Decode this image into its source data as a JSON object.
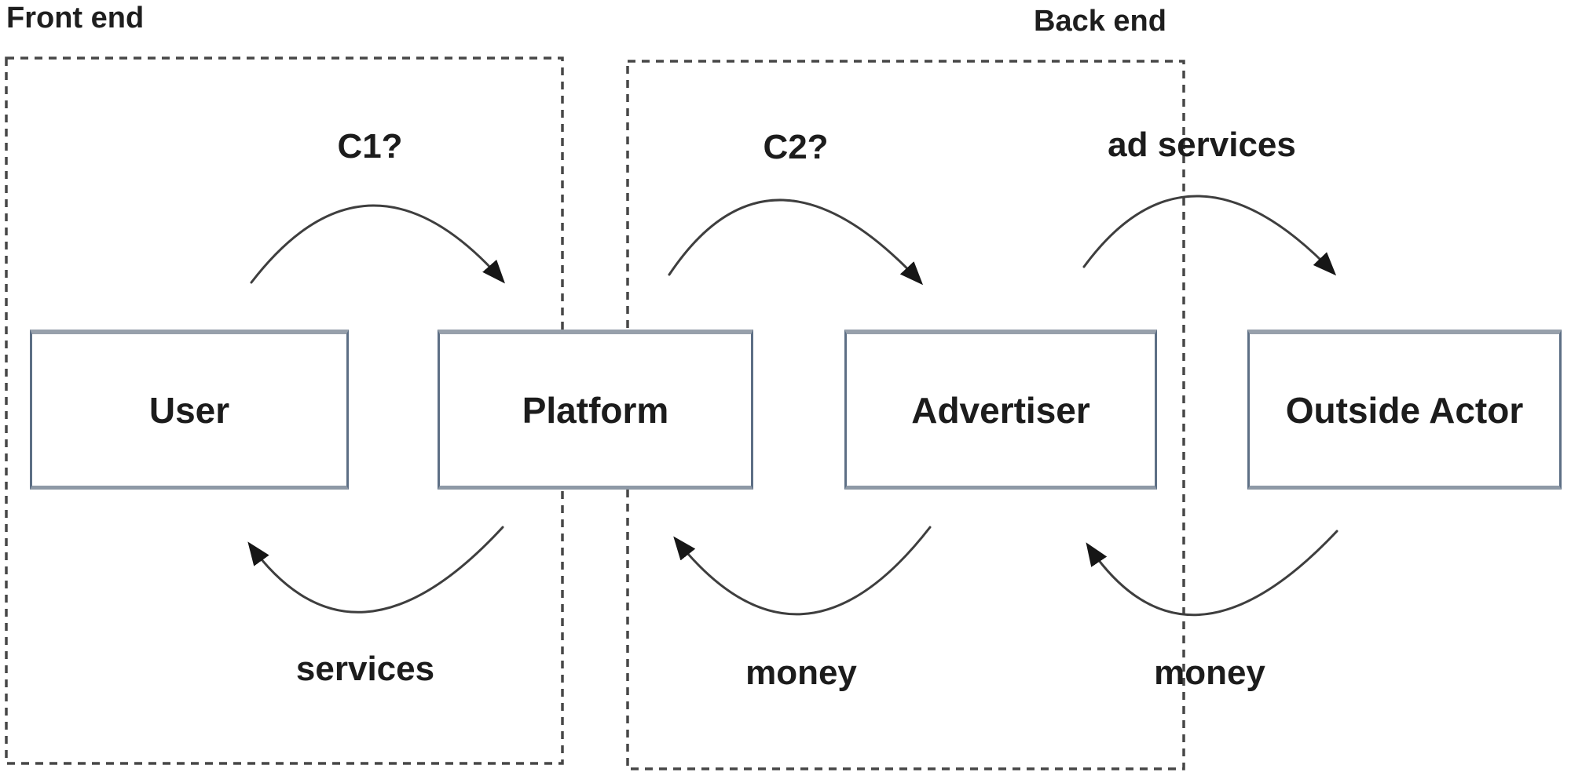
{
  "diagram": {
    "sections": [
      {
        "id": "front-end",
        "label": "Front end"
      },
      {
        "id": "back-end",
        "label": "Back end"
      }
    ],
    "nodes": [
      {
        "id": "user",
        "label": "User",
        "section": "front-end"
      },
      {
        "id": "platform",
        "label": "Platform",
        "section": "front-end / back-end boundary"
      },
      {
        "id": "advertiser",
        "label": "Advertiser",
        "section": "back-end"
      },
      {
        "id": "outside-actor",
        "label": "Outside Actor",
        "section": "outside back-end"
      }
    ],
    "flows": [
      {
        "id": "c1",
        "label": "C1?",
        "from": "User",
        "to": "Platform",
        "arc": "top"
      },
      {
        "id": "c2",
        "label": "C2?",
        "from": "Platform",
        "to": "Advertiser",
        "arc": "top"
      },
      {
        "id": "ad-services",
        "label": "ad services",
        "from": "Advertiser",
        "to": "Outside Actor",
        "arc": "top"
      },
      {
        "id": "services",
        "label": "services",
        "from": "Platform",
        "to": "User",
        "arc": "bottom"
      },
      {
        "id": "money-to-platform",
        "label": "money",
        "from": "Advertiser",
        "to": "Platform",
        "arc": "bottom"
      },
      {
        "id": "money-to-advertiser",
        "label": "money",
        "from": "Outside Actor",
        "to": "Advertiser",
        "arc": "bottom"
      }
    ],
    "colors": {
      "background": "#ffffff",
      "text": "#1e1e1e",
      "arrow_stroke": "#3e3e3e",
      "arrowhead_fill": "#161616",
      "dashed_border": "#474747",
      "box_border_side": "#5d6f85",
      "box_border_top": "#97a0ab"
    }
  }
}
